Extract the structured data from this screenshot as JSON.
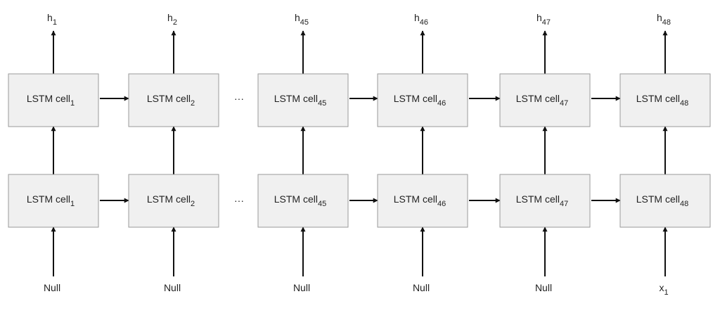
{
  "cell_label": "LSTM cell",
  "ellipsis": "···",
  "columns": [
    {
      "top_sub": "1",
      "bottom_sub": "1",
      "output": "h",
      "output_sub": "1",
      "input": "Null",
      "input_sub": ""
    },
    {
      "top_sub": "2",
      "bottom_sub": "2",
      "output": "h",
      "output_sub": "2",
      "input": "Null",
      "input_sub": ""
    },
    {
      "top_sub": "45",
      "bottom_sub": "45",
      "output": "h",
      "output_sub": "45",
      "input": "Null",
      "input_sub": ""
    },
    {
      "top_sub": "46",
      "bottom_sub": "46",
      "output": "h",
      "output_sub": "46",
      "input": "Null",
      "input_sub": ""
    },
    {
      "top_sub": "47",
      "bottom_sub": "47",
      "output": "h",
      "output_sub": "47",
      "input": "Null",
      "input_sub": ""
    },
    {
      "top_sub": "48",
      "bottom_sub": "48",
      "output": "h",
      "output_sub": "48",
      "input": "x",
      "input_sub": "1"
    }
  ]
}
